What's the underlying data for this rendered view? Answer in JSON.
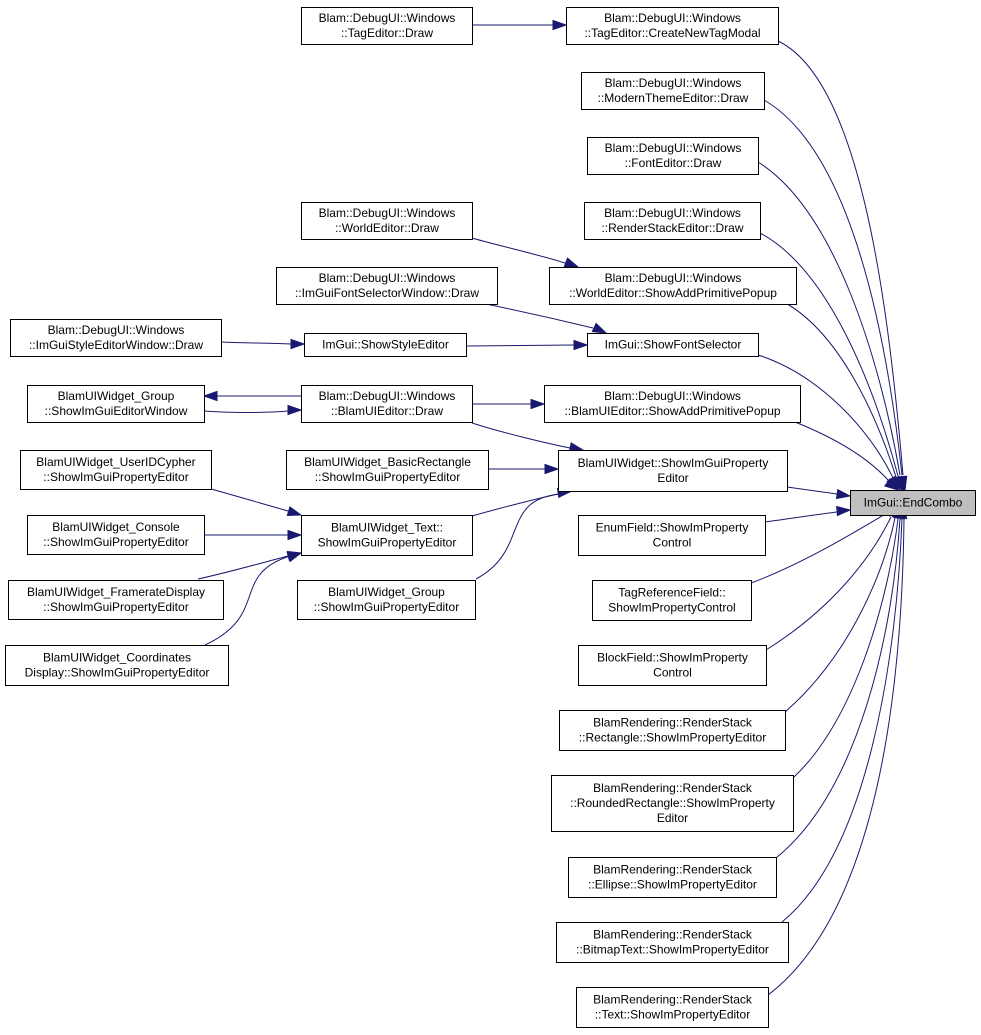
{
  "diagram": {
    "colors": {
      "edge": "#191970",
      "node_border": "#000000",
      "focus_fill": "#bfbfbf",
      "node_fill": "#ffffff"
    },
    "nodes": [
      {
        "id": "end_combo",
        "lines": [
          "ImGui::EndCombo"
        ],
        "highlight": true
      },
      {
        "id": "tag_editor_draw",
        "lines": [
          "Blam::DebugUI::Windows",
          "::TagEditor::Draw"
        ]
      },
      {
        "id": "tag_editor_create",
        "lines": [
          "Blam::DebugUI::Windows",
          "::TagEditor::CreateNewTagModal"
        ]
      },
      {
        "id": "modern_theme",
        "lines": [
          "Blam::DebugUI::Windows",
          "::ModernThemeEditor::Draw"
        ]
      },
      {
        "id": "font_editor",
        "lines": [
          "Blam::DebugUI::Windows",
          "::FontEditor::Draw"
        ]
      },
      {
        "id": "render_stack_editor",
        "lines": [
          "Blam::DebugUI::Windows",
          "::RenderStackEditor::Draw"
        ]
      },
      {
        "id": "world_editor_draw",
        "lines": [
          "Blam::DebugUI::Windows",
          "::WorldEditor::Draw"
        ]
      },
      {
        "id": "world_editor_popup",
        "lines": [
          "Blam::DebugUI::Windows",
          "::WorldEditor::ShowAddPrimitivePopup"
        ]
      },
      {
        "id": "font_selector_window",
        "lines": [
          "Blam::DebugUI::Windows",
          "::ImGuiFontSelectorWindow::Draw"
        ]
      },
      {
        "id": "style_editor_window",
        "lines": [
          "Blam::DebugUI::Windows",
          "::ImGuiStyleEditorWindow::Draw"
        ]
      },
      {
        "id": "show_style_editor",
        "lines": [
          "ImGui::ShowStyleEditor"
        ]
      },
      {
        "id": "show_font_selector",
        "lines": [
          "ImGui::ShowFontSelector"
        ]
      },
      {
        "id": "group_editor_window",
        "lines": [
          "BlamUIWidget_Group",
          "::ShowImGuiEditorWindow"
        ]
      },
      {
        "id": "blamui_editor_draw",
        "lines": [
          "Blam::DebugUI::Windows",
          "::BlamUIEditor::Draw"
        ]
      },
      {
        "id": "blamui_editor_popup",
        "lines": [
          "Blam::DebugUI::Windows",
          "::BlamUIEditor::ShowAddPrimitivePopup"
        ]
      },
      {
        "id": "widget_prop_editor",
        "lines": [
          "BlamUIWidget::ShowImGuiProperty",
          "Editor"
        ]
      },
      {
        "id": "userid_cypher",
        "lines": [
          "BlamUIWidget_UserIDCypher",
          "::ShowImGuiPropertyEditor"
        ]
      },
      {
        "id": "basic_rectangle",
        "lines": [
          "BlamUIWidget_BasicRectangle",
          "::ShowImGuiPropertyEditor"
        ]
      },
      {
        "id": "widget_text",
        "lines": [
          "BlamUIWidget_Text::",
          "ShowImGuiPropertyEditor"
        ]
      },
      {
        "id": "widget_console",
        "lines": [
          "BlamUIWidget_Console",
          "::ShowImGuiPropertyEditor"
        ]
      },
      {
        "id": "framerate_display",
        "lines": [
          "BlamUIWidget_FramerateDisplay",
          "::ShowImGuiPropertyEditor"
        ]
      },
      {
        "id": "group_prop_editor",
        "lines": [
          "BlamUIWidget_Group",
          "::ShowImGuiPropertyEditor"
        ]
      },
      {
        "id": "coordinates_display",
        "lines": [
          "BlamUIWidget_Coordinates",
          "Display::ShowImGuiPropertyEditor"
        ]
      },
      {
        "id": "enum_field",
        "lines": [
          "EnumField::ShowImProperty",
          "Control"
        ]
      },
      {
        "id": "tag_reference_field",
        "lines": [
          "TagReferenceField::",
          "ShowImPropertyControl"
        ]
      },
      {
        "id": "block_field",
        "lines": [
          "BlockField::ShowImProperty",
          "Control"
        ]
      },
      {
        "id": "rs_rectangle",
        "lines": [
          "BlamRendering::RenderStack",
          "::Rectangle::ShowImPropertyEditor"
        ]
      },
      {
        "id": "rs_rounded_rectangle",
        "lines": [
          "BlamRendering::RenderStack",
          "::RoundedRectangle::ShowImProperty",
          "Editor"
        ]
      },
      {
        "id": "rs_ellipse",
        "lines": [
          "BlamRendering::RenderStack",
          "::Ellipse::ShowImPropertyEditor"
        ]
      },
      {
        "id": "rs_bitmap_text",
        "lines": [
          "BlamRendering::RenderStack",
          "::BitmapText::ShowImPropertyEditor"
        ]
      },
      {
        "id": "rs_text",
        "lines": [
          "BlamRendering::RenderStack",
          "::Text::ShowImPropertyEditor"
        ]
      }
    ],
    "edges": [
      {
        "from": "tag_editor_draw",
        "to": "tag_editor_create"
      },
      {
        "from": "tag_editor_create",
        "to": "end_combo"
      },
      {
        "from": "modern_theme",
        "to": "end_combo"
      },
      {
        "from": "font_editor",
        "to": "end_combo"
      },
      {
        "from": "render_stack_editor",
        "to": "end_combo"
      },
      {
        "from": "world_editor_draw",
        "to": "world_editor_popup"
      },
      {
        "from": "world_editor_popup",
        "to": "end_combo"
      },
      {
        "from": "font_selector_window",
        "to": "show_font_selector"
      },
      {
        "from": "style_editor_window",
        "to": "show_style_editor"
      },
      {
        "from": "show_style_editor",
        "to": "show_font_selector"
      },
      {
        "from": "show_font_selector",
        "to": "end_combo"
      },
      {
        "from": "blamui_editor_draw",
        "to": "group_editor_window"
      },
      {
        "from": "group_editor_window",
        "to": "blamui_editor_draw"
      },
      {
        "from": "blamui_editor_draw",
        "to": "blamui_editor_popup"
      },
      {
        "from": "blamui_editor_draw",
        "to": "widget_prop_editor"
      },
      {
        "from": "blamui_editor_popup",
        "to": "end_combo"
      },
      {
        "from": "basic_rectangle",
        "to": "widget_prop_editor"
      },
      {
        "from": "widget_text",
        "to": "widget_prop_editor"
      },
      {
        "from": "group_prop_editor",
        "to": "widget_prop_editor"
      },
      {
        "from": "widget_prop_editor",
        "to": "end_combo"
      },
      {
        "from": "userid_cypher",
        "to": "widget_text"
      },
      {
        "from": "widget_console",
        "to": "widget_text"
      },
      {
        "from": "framerate_display",
        "to": "widget_text"
      },
      {
        "from": "coordinates_display",
        "to": "widget_text"
      },
      {
        "from": "enum_field",
        "to": "end_combo"
      },
      {
        "from": "tag_reference_field",
        "to": "end_combo"
      },
      {
        "from": "block_field",
        "to": "end_combo"
      },
      {
        "from": "rs_rectangle",
        "to": "end_combo"
      },
      {
        "from": "rs_rounded_rectangle",
        "to": "end_combo"
      },
      {
        "from": "rs_ellipse",
        "to": "end_combo"
      },
      {
        "from": "rs_bitmap_text",
        "to": "end_combo"
      },
      {
        "from": "rs_text",
        "to": "end_combo"
      }
    ]
  }
}
